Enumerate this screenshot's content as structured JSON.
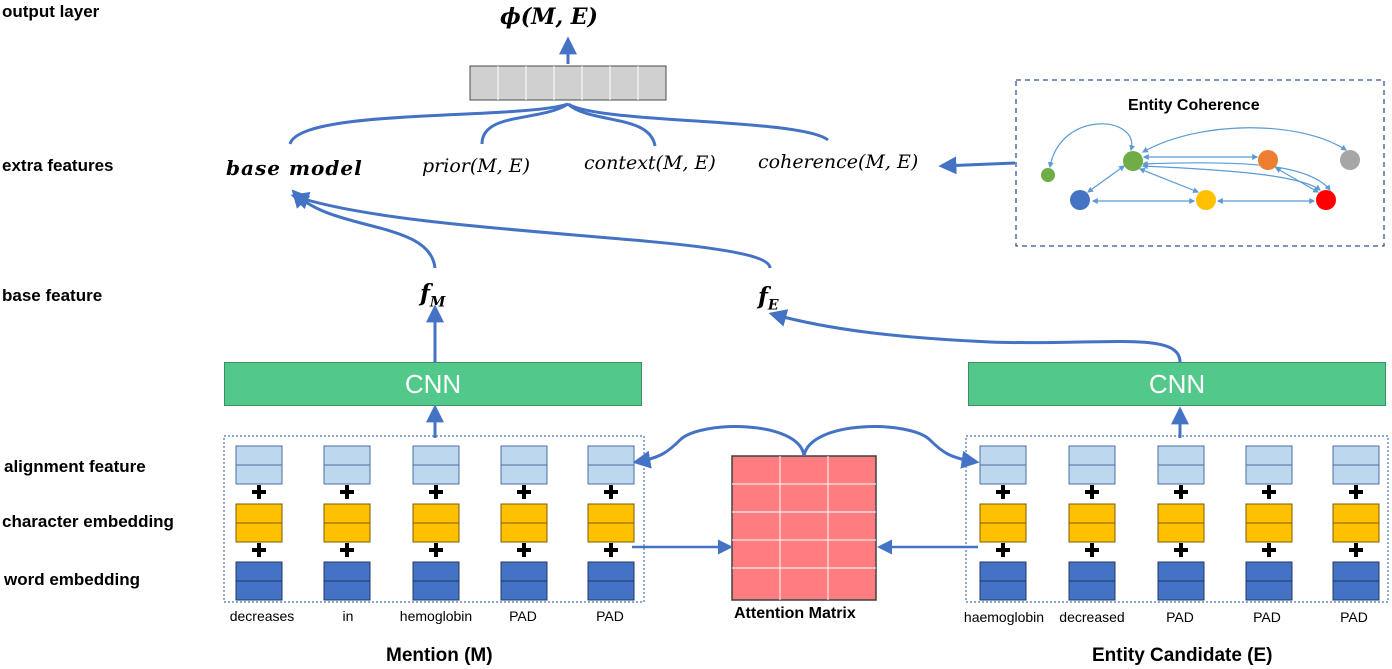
{
  "row_labels": {
    "output_layer": "output layer",
    "extra_features": "extra features",
    "base_feature": "base feature",
    "alignment_feature": "alignment feature",
    "character_embedding": "character embedding",
    "word_embedding": "word embedding"
  },
  "output": {
    "formula": "ϕ(M, E)"
  },
  "extra_features": {
    "base_model": "base model",
    "prior": "prior(M, E)",
    "context": "context(M, E)",
    "coherence": "coherence(M, E)"
  },
  "base_features": {
    "f_m": "f",
    "f_m_sub": "M",
    "f_e": "f",
    "f_e_sub": "E"
  },
  "cnn": {
    "left_label": "CNN",
    "right_label": "CNN"
  },
  "attention_matrix_label": "Attention Matrix",
  "entity_coherence_title": "Entity Coherence",
  "mention": {
    "label": "Mention (M)",
    "words": [
      "decreases",
      "in",
      "hemoglobin",
      "PAD",
      "PAD"
    ]
  },
  "entity_candidate": {
    "label": "Entity Candidate (E)",
    "words": [
      "haemoglobin",
      "decreased",
      "PAD",
      "PAD",
      "PAD"
    ]
  },
  "colors": {
    "arrow": "#4472c4",
    "alignment": "#bdd7ee",
    "character": "#ffc000",
    "word": "#4472c4",
    "cnn": "#52c98a",
    "attention": "#ff7c80",
    "output_vector": "#d0d0d0",
    "nodes": [
      "#70ad47",
      "#70ad47",
      "#4472c4",
      "#ffc000",
      "#ed7d31",
      "#a6a6a6",
      "#ff0000"
    ]
  },
  "icons": {
    "plus": "plus-icon"
  }
}
